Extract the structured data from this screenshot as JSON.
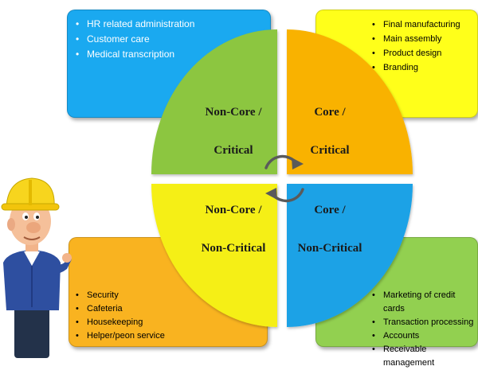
{
  "quadrants": {
    "top_left": {
      "line1": "Non-Core /",
      "line2": "Critical",
      "color": "#8cc63f"
    },
    "top_right": {
      "line1": "Core /",
      "line2": "Critical",
      "color": "#f9b200"
    },
    "bottom_left": {
      "line1": "Non-Core /",
      "line2": "Non-Critical",
      "color": "#f5ef12"
    },
    "bottom_right": {
      "line1": "Core /",
      "line2": "Non-Critical",
      "color": "#1aa2e6"
    }
  },
  "boxes": {
    "top_left": {
      "color": "#1aa9f0",
      "items": [
        "HR related administration",
        "Customer care",
        "Medical transcription"
      ]
    },
    "top_right": {
      "color": "#ffff1a",
      "items": [
        "Final manufacturing",
        "Main assembly",
        "Product design",
        "Branding"
      ]
    },
    "bottom_left": {
      "color": "#f9b320",
      "items": [
        "Security",
        "Cafeteria",
        "Housekeeping",
        "Helper/peon service"
      ]
    },
    "bottom_right": {
      "color": "#92d050",
      "items": [
        "Marketing of credit cards",
        "Transaction processing",
        "Accounts",
        "Receivable management"
      ]
    }
  },
  "icons": {
    "arrows": "circular-arrows-icon",
    "mascot": "construction-worker-mascot"
  }
}
